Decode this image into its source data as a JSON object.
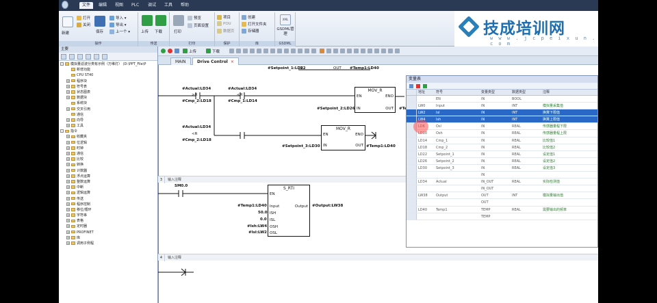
{
  "menu": {
    "items": [
      "文件",
      "编辑",
      "视图",
      "PLC",
      "调试",
      "工具",
      "帮助"
    ]
  },
  "ribbon": {
    "groups": [
      {
        "label": "操作",
        "buttons": [
          "新建",
          "打开",
          "关闭",
          "保存",
          "导入",
          "导出",
          "上一个"
        ]
      },
      {
        "label": "传送",
        "buttons": [
          "上传",
          "下载"
        ]
      },
      {
        "label": "打印",
        "buttons": [
          "打印",
          "预览",
          "页面设置"
        ]
      },
      {
        "label": "保护",
        "buttons": [
          "项目",
          "POU",
          "数据页"
        ]
      },
      {
        "label": "库",
        "buttons": [
          "创建",
          "打开文件夹",
          "存储器"
        ]
      },
      {
        "label": "GSDML",
        "buttons": [
          "GSDML管理"
        ]
      }
    ]
  },
  "logo": {
    "text": "技成培训网",
    "url": "w w w . j c p e i x u n . c o m"
  },
  "left_pane": {
    "title": "主要",
    "tree": [
      {
        "label": "模拟量滤波分类有示例（万维灯） (D:\\PPT_File\\P",
        "level": 0,
        "exp": "-"
      },
      {
        "label": "新增功能",
        "level": 1,
        "exp": ""
      },
      {
        "label": "CPU ST40",
        "level": 1,
        "exp": ""
      },
      {
        "label": "程序块",
        "level": 1,
        "exp": "+"
      },
      {
        "label": "符号表",
        "level": 1,
        "exp": "+"
      },
      {
        "label": "状态图表",
        "level": 1,
        "exp": "+"
      },
      {
        "label": "数据块",
        "level": 1,
        "exp": "+"
      },
      {
        "label": "系统块",
        "level": 1,
        "exp": ""
      },
      {
        "label": "交叉引用",
        "level": 1,
        "exp": "+"
      },
      {
        "label": "通信",
        "level": 1,
        "exp": ""
      },
      {
        "label": "向导",
        "level": 1,
        "exp": "+"
      },
      {
        "label": "工具",
        "level": 1,
        "exp": "+"
      },
      {
        "label": "指令",
        "level": 0,
        "exp": "-"
      },
      {
        "label": "收藏夹",
        "level": 1,
        "exp": "+"
      },
      {
        "label": "位逻辑",
        "level": 1,
        "exp": "+"
      },
      {
        "label": "时钟",
        "level": 1,
        "exp": "+"
      },
      {
        "label": "通信",
        "level": 1,
        "exp": "+"
      },
      {
        "label": "比较",
        "level": 1,
        "exp": "+"
      },
      {
        "label": "转换",
        "level": 1,
        "exp": "+"
      },
      {
        "label": "计数器",
        "level": 1,
        "exp": "+"
      },
      {
        "label": "浮点运算",
        "level": 1,
        "exp": "+"
      },
      {
        "label": "整数运算",
        "level": 1,
        "exp": "+"
      },
      {
        "label": "中断",
        "level": 1,
        "exp": "+"
      },
      {
        "label": "逻辑运算",
        "level": 1,
        "exp": "+"
      },
      {
        "label": "传送",
        "level": 1,
        "exp": "+"
      },
      {
        "label": "程序控制",
        "level": 1,
        "exp": "+"
      },
      {
        "label": "移位/循环",
        "level": 1,
        "exp": "+"
      },
      {
        "label": "字符串",
        "level": 1,
        "exp": "+"
      },
      {
        "label": "表格",
        "level": 1,
        "exp": "+"
      },
      {
        "label": "定时器",
        "level": 1,
        "exp": "+"
      },
      {
        "label": "PROFINET",
        "level": 1,
        "exp": "+"
      },
      {
        "label": "库",
        "level": 1,
        "exp": "+"
      },
      {
        "label": "调用子例程",
        "level": 1,
        "exp": "+"
      }
    ]
  },
  "editor": {
    "toolbar": {
      "upload": "上传",
      "download": "下载"
    },
    "tabs": [
      {
        "label": "MAIN"
      },
      {
        "label": "Drive Control",
        "close": "×"
      }
    ],
    "networks": [
      {
        "num": "3",
        "comment": "输入注释"
      },
      {
        "num": "4",
        "comment": "输入注释"
      }
    ],
    "ladder": {
      "n2_top": {
        "in": "#Setpoint_1:LD22",
        "en_in": "IN",
        "out_label": "OUT",
        "out": "#Temp1:LD40"
      },
      "cmp1": {
        "a": "#Actual:LD34",
        "op": ">R",
        "b": "#Cmp_2:LD18"
      },
      "cmp2": {
        "a": "#Actual:LD34",
        "op": "<R",
        "b": "#Cmp_1:LD14"
      },
      "mov1": {
        "title": "MOV_R",
        "en": "EN",
        "eno": "ENO",
        "in_label": "IN",
        "out_label": "OUT",
        "in": "#Setpoint_2:LD26",
        "out": "#Te"
      },
      "cmp3": {
        "a": "#Actual:LD34",
        "op": "<R",
        "b": "#Cmp_2:LD18"
      },
      "mov2": {
        "title": "MOV_R",
        "en": "EN",
        "eno": "ENO",
        "in_label": "IN",
        "out_label": "OUT",
        "in": "#Setpoint_3:LD30",
        "out": "#Temp1:LD40"
      },
      "n3": {
        "contact": "SM0.0",
        "box": "S_RTI",
        "en": "EN",
        "inputs": [
          {
            "var": "#Temp1:LD40",
            "pin": "Input"
          },
          {
            "var": "50.0",
            "pin": "ISH"
          },
          {
            "var": "0.0",
            "pin": "ISL"
          },
          {
            "var": "#Ish:LW4",
            "pin": "OSH"
          },
          {
            "var": "#Isl:LW2",
            "pin": "OSL"
          }
        ],
        "out_pin": "Output",
        "out_var": "#Output:LW38"
      }
    }
  },
  "var_table": {
    "title": "变量表",
    "headers": [
      "地址",
      "符号",
      "变量类型",
      "数据类型",
      "注释"
    ],
    "rows": [
      {
        "addr": "",
        "sym": "EN",
        "vtype": "IN",
        "dtype": "BOOL",
        "cmt": "",
        "sel": false
      },
      {
        "addr": "LW0",
        "sym": "Input",
        "vtype": "IN",
        "dtype": "INT",
        "cmt": "模拟量采集值",
        "sel": false
      },
      {
        "addr": "LW2",
        "sym": "Isl",
        "vtype": "IN",
        "dtype": "INT",
        "cmt": "换算下限值",
        "sel": true
      },
      {
        "addr": "LW4",
        "sym": "Ish",
        "vtype": "IN",
        "dtype": "INT",
        "cmt": "换算上限值",
        "sel": true
      },
      {
        "addr": "LD6",
        "sym": "Osl",
        "vtype": "IN",
        "dtype": "REAL",
        "cmt": "传感器量程下限",
        "sel": false
      },
      {
        "addr": "LD10",
        "sym": "Osh",
        "vtype": "IN",
        "dtype": "REAL",
        "cmt": "传感器量程上限",
        "sel": false
      },
      {
        "addr": "LD14",
        "sym": "Cmp_1",
        "vtype": "IN",
        "dtype": "REAL",
        "cmt": "比较值1",
        "sel": false
      },
      {
        "addr": "LD18",
        "sym": "Cmp_2",
        "vtype": "IN",
        "dtype": "REAL",
        "cmt": "比较值2",
        "sel": false
      },
      {
        "addr": "LD22",
        "sym": "Setpoint_1",
        "vtype": "IN",
        "dtype": "REAL",
        "cmt": "设定值1",
        "sel": false
      },
      {
        "addr": "LD26",
        "sym": "Setpoint_2",
        "vtype": "IN",
        "dtype": "REAL",
        "cmt": "设定值2",
        "sel": false
      },
      {
        "addr": "LD30",
        "sym": "Setpoint_3",
        "vtype": "IN",
        "dtype": "REAL",
        "cmt": "设定值3",
        "sel": false
      },
      {
        "addr": "",
        "sym": "",
        "vtype": "IN",
        "dtype": "",
        "cmt": "",
        "sel": false
      },
      {
        "addr": "LD34",
        "sym": "Actual",
        "vtype": "IN_OUT",
        "dtype": "REAL",
        "cmt": "实际检测值",
        "sel": false
      },
      {
        "addr": "",
        "sym": "",
        "vtype": "IN_OUT",
        "dtype": "",
        "cmt": "",
        "sel": false
      },
      {
        "addr": "LW38",
        "sym": "Output",
        "vtype": "OUT",
        "dtype": "INT",
        "cmt": "模拟量输出值",
        "sel": false
      },
      {
        "addr": "",
        "sym": "",
        "vtype": "OUT",
        "dtype": "",
        "cmt": "",
        "sel": false
      },
      {
        "addr": "LD40",
        "sym": "Temp1",
        "vtype": "TEMP",
        "dtype": "REAL",
        "cmt": "需要输出的频率",
        "sel": false
      },
      {
        "addr": "",
        "sym": "",
        "vtype": "TEMP",
        "dtype": "",
        "cmt": "",
        "sel": false
      }
    ]
  },
  "colors": {
    "accent": "#2a68c8",
    "menubar": "#2a3a55",
    "logo": "#1f6fb0",
    "comment_green": "#2e7d32"
  }
}
